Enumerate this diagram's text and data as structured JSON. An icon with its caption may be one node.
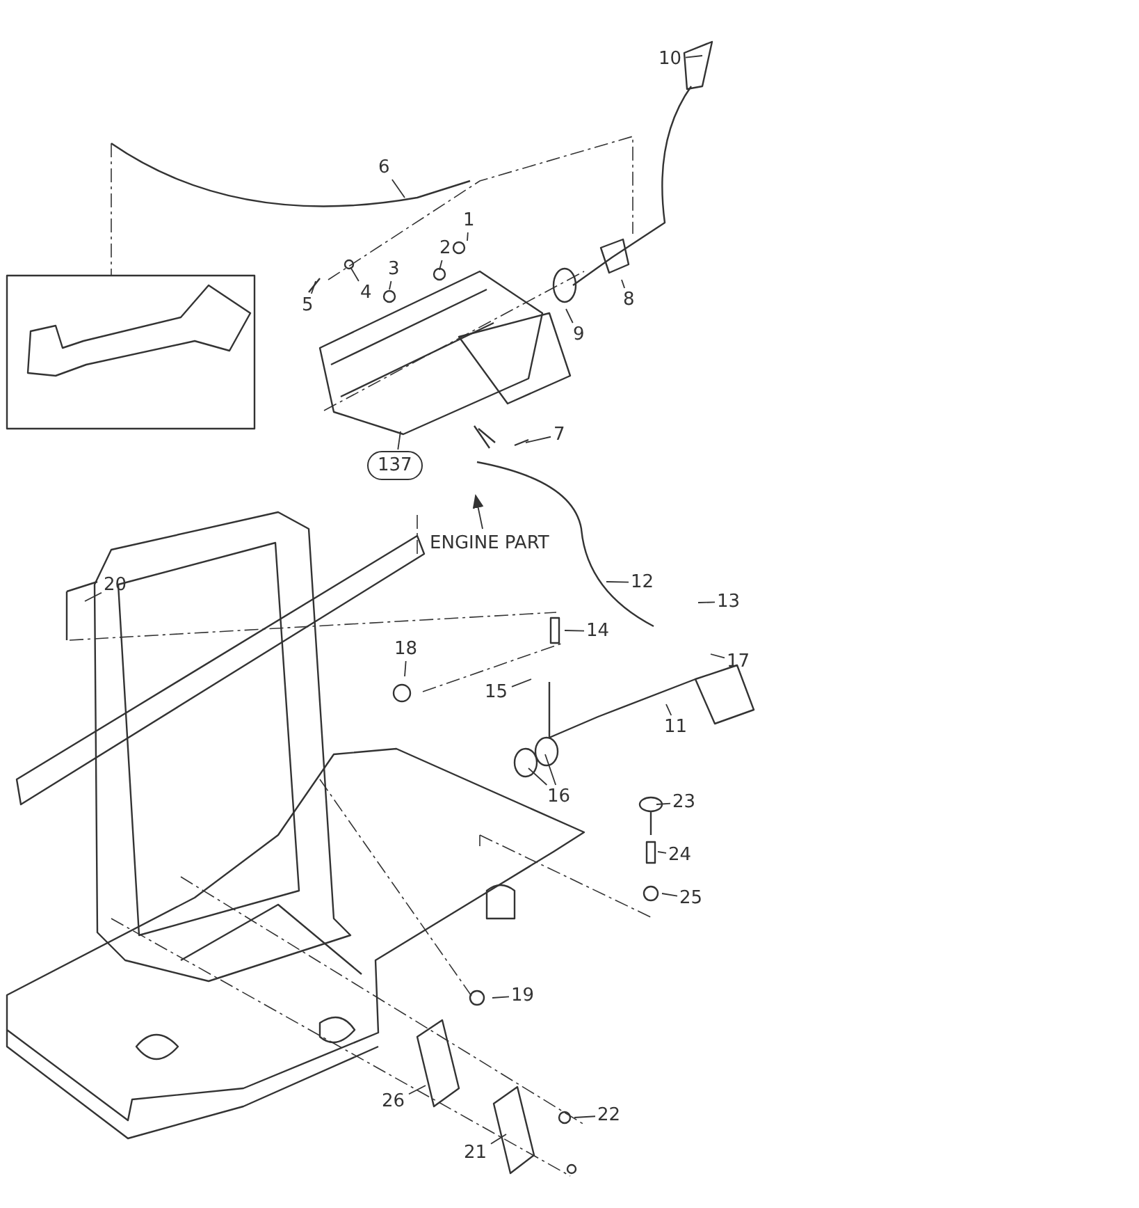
{
  "diagram": {
    "nodes": [
      {
        "text": [
          "1"
        ]
      },
      {
        "text": [
          "2"
        ]
      },
      {
        "text": [
          "3"
        ]
      },
      {
        "text": [
          "4"
        ]
      },
      {
        "text": [
          "5"
        ]
      },
      {
        "text": [
          "6"
        ]
      },
      {
        "text": [
          "7"
        ]
      },
      {
        "text": [
          "8"
        ]
      },
      {
        "text": [
          "9"
        ]
      },
      {
        "text": [
          "10"
        ]
      },
      {
        "text": [
          "11"
        ]
      },
      {
        "text": [
          "12"
        ]
      },
      {
        "text": [
          "13"
        ]
      },
      {
        "text": [
          "14"
        ]
      },
      {
        "text": [
          "15"
        ]
      },
      {
        "text": [
          "16"
        ]
      },
      {
        "text": [
          "17"
        ]
      },
      {
        "text": [
          "18"
        ]
      },
      {
        "text": [
          "19"
        ]
      },
      {
        "text": [
          "20"
        ]
      },
      {
        "text": [
          "21"
        ]
      },
      {
        "text": [
          "22"
        ]
      },
      {
        "text": [
          "23"
        ]
      },
      {
        "text": [
          "24"
        ]
      },
      {
        "text": [
          "25"
        ]
      },
      {
        "text": [
          "26"
        ]
      },
      {
        "text": [
          "137"
        ]
      },
      {
        "text": [
          "ENGINE PART"
        ]
      }
    ],
    "edges": [
      {
        "from": 0,
        "to": null,
        "arrow": "none"
      },
      {
        "from": 1,
        "to": null,
        "arrow": "none"
      },
      {
        "from": 2,
        "to": null,
        "arrow": "none"
      },
      {
        "from": 3,
        "to": null,
        "arrow": "none"
      },
      {
        "from": 4,
        "to": null,
        "arrow": "none"
      },
      {
        "from": 5,
        "to": null,
        "arrow": "none"
      },
      {
        "from": 6,
        "to": null,
        "arrow": "none"
      },
      {
        "from": 7,
        "to": null,
        "arrow": "none"
      },
      {
        "from": 8,
        "to": null,
        "arrow": "none"
      },
      {
        "from": 9,
        "to": null,
        "arrow": "none"
      },
      {
        "from": 10,
        "to": null,
        "arrow": "none"
      },
      {
        "from": 11,
        "to": null,
        "arrow": "none"
      },
      {
        "from": 12,
        "to": null,
        "arrow": "none"
      },
      {
        "from": 13,
        "to": null,
        "arrow": "none"
      },
      {
        "from": 14,
        "to": null,
        "arrow": "none"
      },
      {
        "from": 15,
        "to": null,
        "arrow": "none"
      },
      {
        "from": 15,
        "to": null,
        "arrow": "none"
      },
      {
        "from": 16,
        "to": null,
        "arrow": "none"
      },
      {
        "from": 17,
        "to": null,
        "arrow": "none"
      },
      {
        "from": 18,
        "to": null,
        "arrow": "none"
      },
      {
        "from": 19,
        "to": null,
        "arrow": "none"
      },
      {
        "from": 20,
        "to": null,
        "arrow": "none"
      },
      {
        "from": 21,
        "to": null,
        "arrow": "none"
      },
      {
        "from": 22,
        "to": null,
        "arrow": "none"
      },
      {
        "from": 23,
        "to": null,
        "arrow": "none"
      },
      {
        "from": 24,
        "to": null,
        "arrow": "none"
      },
      {
        "from": 25,
        "to": null,
        "arrow": "none"
      },
      {
        "from": 26,
        "to": null,
        "arrow": "none"
      },
      {
        "from": 27,
        "to": null,
        "arrow": "to"
      }
    ]
  }
}
